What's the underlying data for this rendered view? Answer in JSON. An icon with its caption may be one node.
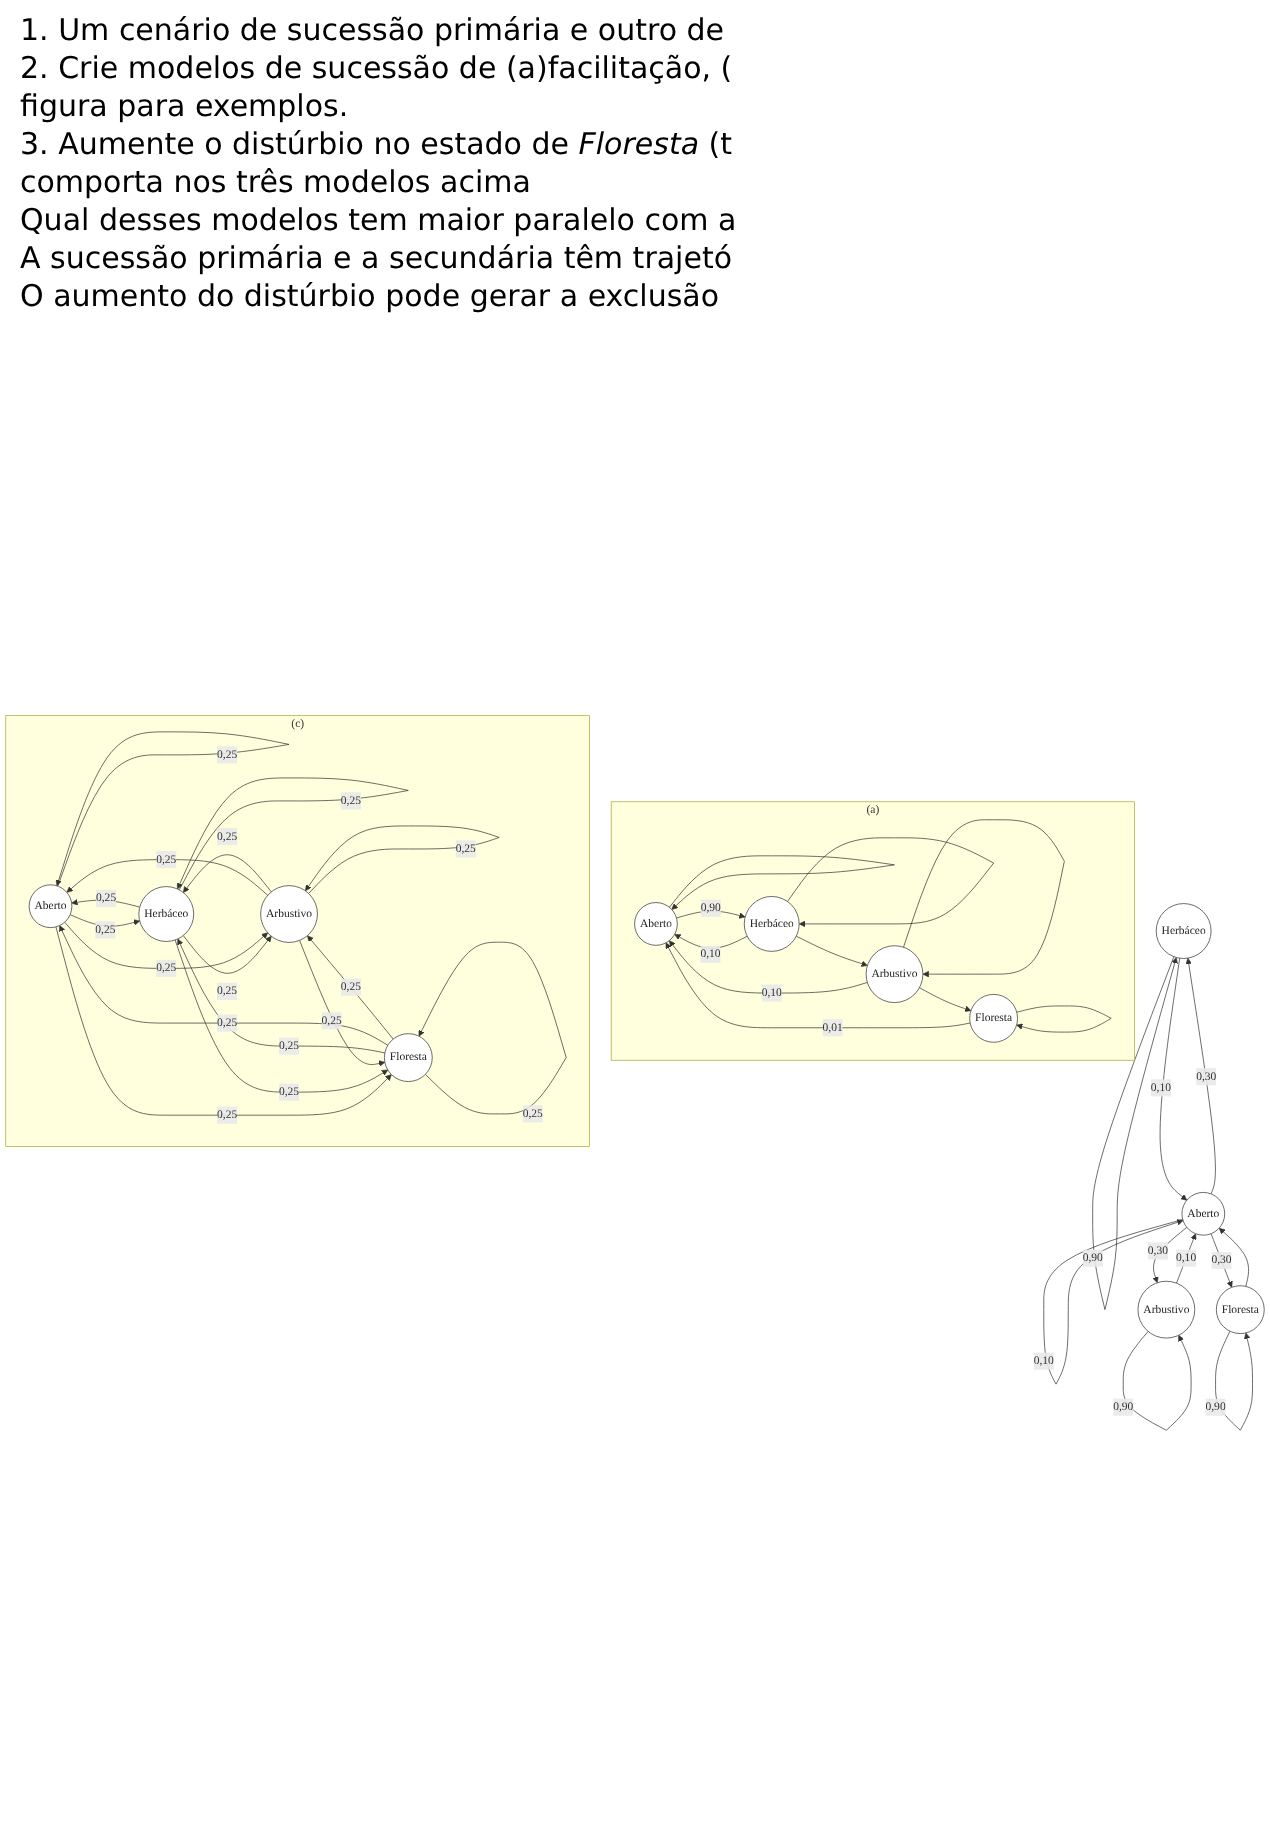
{
  "diagram": {
    "nodes": [
      {
        "text": [
          "(a)"
        ]
      },
      {
        "text": [
          "Aberto"
        ],
        "in": 0
      },
      {
        "text": [
          "Herbáceo"
        ],
        "in": 0
      },
      {
        "text": [
          "Arbustivo"
        ],
        "in": 0
      },
      {
        "text": [
          "Floresta"
        ],
        "in": 0
      },
      {
        "text": [
          "Herbáceo"
        ]
      },
      {
        "text": [
          "Aberto"
        ]
      },
      {
        "text": [
          "Arbustivo"
        ]
      },
      {
        "text": [
          "Floresta"
        ]
      },
      {
        "text": [
          "(c)"
        ]
      },
      {
        "text": [
          "Aberto"
        ],
        "in": 9
      },
      {
        "text": [
          "Herbáceo"
        ],
        "in": 9
      },
      {
        "text": [
          "Arbustivo"
        ],
        "in": 9
      },
      {
        "text": [
          "Floresta"
        ],
        "in": 9
      }
    ],
    "edges": [
      {
        "from": 4,
        "to": 1,
        "arrow": "to",
        "label": "0,01"
      },
      {
        "from": 3,
        "to": 1,
        "arrow": "to",
        "label": "0,10"
      },
      {
        "from": 1,
        "to": 2,
        "arrow": "to",
        "label": "0,90"
      },
      {
        "from": 2,
        "to": 1,
        "arrow": "to",
        "label": "0,10"
      },
      {
        "from": 2,
        "to": 3,
        "arrow": "to"
      },
      {
        "from": 3,
        "to": 4,
        "arrow": "to"
      },
      {
        "from": 1,
        "to": 1,
        "arrow": "to"
      },
      {
        "from": 2,
        "to": 2,
        "arrow": "to"
      },
      {
        "from": 3,
        "to": 3,
        "arrow": "to"
      },
      {
        "from": 4,
        "to": 4,
        "arrow": "to"
      },
      {
        "from": 5,
        "to": 5,
        "arrow": "to",
        "label": "0,90"
      },
      {
        "from": 6,
        "to": 6,
        "arrow": "to",
        "label": "0,10"
      },
      {
        "from": 7,
        "to": 7,
        "arrow": "to",
        "label": "0,90"
      },
      {
        "from": 6,
        "to": 5,
        "arrow": "to",
        "label": "0,30"
      },
      {
        "from": 5,
        "to": 6,
        "arrow": "to",
        "label": "0,10"
      },
      {
        "from": 6,
        "to": 7,
        "arrow": "to",
        "label": "0,30"
      },
      {
        "from": 7,
        "to": 6,
        "arrow": "to",
        "label": "0,10"
      },
      {
        "from": 6,
        "to": 8,
        "arrow": "to",
        "label": "0,30"
      },
      {
        "from": 8,
        "to": 6,
        "arrow": "to"
      },
      {
        "from": 8,
        "to": 8,
        "arrow": "to",
        "label": "0,90"
      },
      {
        "from": 10,
        "to": 10,
        "arrow": "to",
        "label": "0,25"
      },
      {
        "from": 11,
        "to": 11,
        "arrow": "to",
        "label": "0,25"
      },
      {
        "from": 10,
        "to": 11,
        "arrow": "to",
        "label": "0,25"
      },
      {
        "from": 11,
        "to": 10,
        "arrow": "to",
        "label": "0,25"
      },
      {
        "from": 10,
        "to": 13,
        "arrow": "to",
        "label": "0,25"
      },
      {
        "from": 11,
        "to": 12,
        "arrow": "to",
        "label": "0,25"
      },
      {
        "from": 12,
        "to": 10,
        "arrow": "to",
        "label": "0,25"
      },
      {
        "from": 10,
        "to": 12,
        "arrow": "to",
        "label": "0,25"
      },
      {
        "from": 13,
        "to": 11,
        "arrow": "to",
        "label": "0,25"
      },
      {
        "from": 11,
        "to": 13,
        "arrow": "to",
        "label": "0,25"
      },
      {
        "from": 13,
        "to": 10,
        "arrow": "to",
        "label": "0,25"
      },
      {
        "from": 12,
        "to": 11,
        "arrow": "to",
        "label": "0,25"
      },
      {
        "from": 13,
        "to": 12,
        "arrow": "to",
        "label": "0,25"
      },
      {
        "from": 12,
        "to": 13,
        "arrow": "to",
        "label": "0,25"
      },
      {
        "from": 12,
        "to": 12,
        "arrow": "to",
        "label": "0,25"
      },
      {
        "from": 13,
        "to": 13,
        "arrow": "to",
        "label": "0,25"
      }
    ],
    "labels": [
      "1. Um cenário de sucessão primária e outro de",
      "2. Crie modelos de sucessão de (a)facilitação, (",
      "figura para exemplos.",
      "3. Aumente o distúrbio no estado de *Floresta* (t",
      "comporta nos três modelos acima",
      "Qual desses modelos tem maior paralelo com a",
      "A sucessão primária e a secundária têm trajetó",
      "O aumento do distúrbio pode gerar a exclusão"
    ]
  }
}
